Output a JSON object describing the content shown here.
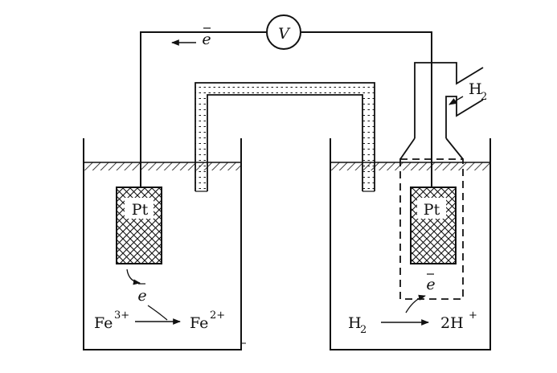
{
  "diagram": {
    "voltmeter_label": "V",
    "electron_symbol": "e",
    "gas_inlet": {
      "base": "H",
      "sub": "2"
    },
    "left_electrode_label": "Pt",
    "right_electrode_label": "Pt",
    "left_reaction": {
      "reactant_base": "Fe",
      "reactant_sup": "3+",
      "product_base": "Fe",
      "product_sup": "2+"
    },
    "right_reaction": {
      "reactant_base": "H",
      "reactant_sub": "2",
      "product_base": "2H",
      "product_sup": "+"
    }
  },
  "colors": {
    "ink": "#111111",
    "background": "#ffffff"
  }
}
